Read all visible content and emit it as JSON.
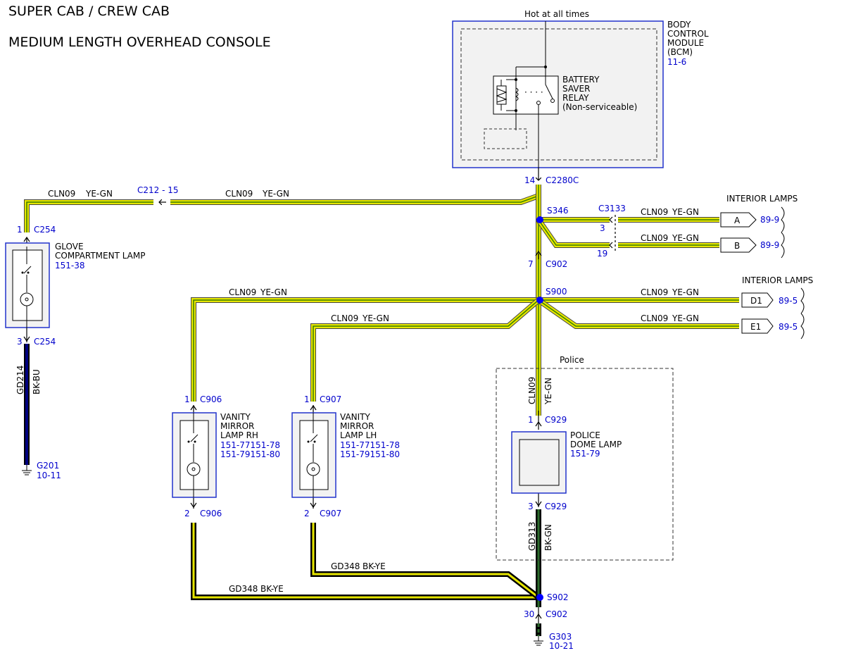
{
  "title": {
    "line1": "SUPER CAB / CREW CAB",
    "line2": "MEDIUM LENGTH OVERHEAD CONSOLE"
  },
  "bcm": {
    "hot": "Hot at all times",
    "name": [
      "BODY",
      "CONTROL",
      "MODULE",
      "(BCM)"
    ],
    "ref": "11-6",
    "relay": [
      "BATTERY",
      "SAVER",
      "RELAY",
      "(Non-serviceable)"
    ],
    "pin": "14",
    "connector": "C2280C"
  },
  "glove": {
    "name": [
      "GLOVE",
      "COMPARTMENT LAMP"
    ],
    "ref": "151-38",
    "pin_top": "1",
    "conn_top": "C254",
    "pin_bot": "3",
    "conn_bot": "C254",
    "gnd_circuit": "GD214",
    "gnd_color": "BK-BU",
    "ground": "G201",
    "ground_ref": "10-11"
  },
  "c212": "C212 - 15",
  "wire_labels": {
    "top_left_circuit": "CLN09",
    "top_left_color": "YE-GN",
    "top_mid_circuit": "CLN09",
    "top_mid_color": "YE-GN",
    "a_circuit": "CLN09",
    "a_color": "YE-GN",
    "b_circuit": "CLN09",
    "b_color": "YE-GN",
    "rh_circuit": "CLN09",
    "rh_color": "YE-GN",
    "lh_circuit": "CLN09",
    "lh_color": "YE-GN",
    "d1_circuit": "CLN09",
    "d1_color": "YE-GN",
    "e1_circuit": "CLN09",
    "e1_color": "YE-GN",
    "police_circuit": "CLN09",
    "police_color": "YE-GN",
    "gd348_lh": "GD348",
    "gd348_lh_color": "BK-YE",
    "gd348_rh": "GD348",
    "gd348_rh_color": "BK-YE",
    "gd313": "GD313",
    "gd313_color": "BK-GN"
  },
  "splices": {
    "s346": "S346",
    "s900": "S900",
    "s902": "S902"
  },
  "c3133": {
    "name": "C3133",
    "pin_a": "3",
    "pin_b": "19"
  },
  "c902": {
    "pin_top": "7",
    "name_top": "C902",
    "pin_bot": "30",
    "name_bot": "C902"
  },
  "interior1": {
    "title": "INTERIOR LAMPS",
    "a": "A",
    "a_ref": "89-9",
    "b": "B",
    "b_ref": "89-9"
  },
  "interior2": {
    "title": "INTERIOR LAMPS",
    "d1": "D1",
    "d1_ref": "89-5",
    "e1": "E1",
    "e1_ref": "89-5"
  },
  "vanity_rh": {
    "name": [
      "VANITY",
      "MIRROR",
      "LAMP RH"
    ],
    "refs": [
      "151-77151-78",
      "151-79151-80"
    ],
    "pin_top": "1",
    "conn_top": "C906",
    "pin_bot": "2",
    "conn_bot": "C906"
  },
  "vanity_lh": {
    "name": [
      "VANITY",
      "MIRROR",
      "LAMP LH"
    ],
    "refs": [
      "151-77151-78",
      "151-79151-80"
    ],
    "pin_top": "1",
    "conn_top": "C907",
    "pin_bot": "2",
    "conn_bot": "C907"
  },
  "police": {
    "label": "Police",
    "name": [
      "POLICE",
      "DOME LAMP"
    ],
    "ref": "151-79",
    "pin_top": "1",
    "conn_top": "C929",
    "pin_bot": "3",
    "conn_bot": "C929"
  },
  "g303": {
    "name": "G303",
    "ref": "10-21"
  },
  "colors": {
    "yellow_green": "#e6e600",
    "green_stripe": "#3a7d00",
    "blue_black": "#000080",
    "black": "#000000",
    "link_blue": "#0000cc",
    "splice": "#0000ff"
  }
}
